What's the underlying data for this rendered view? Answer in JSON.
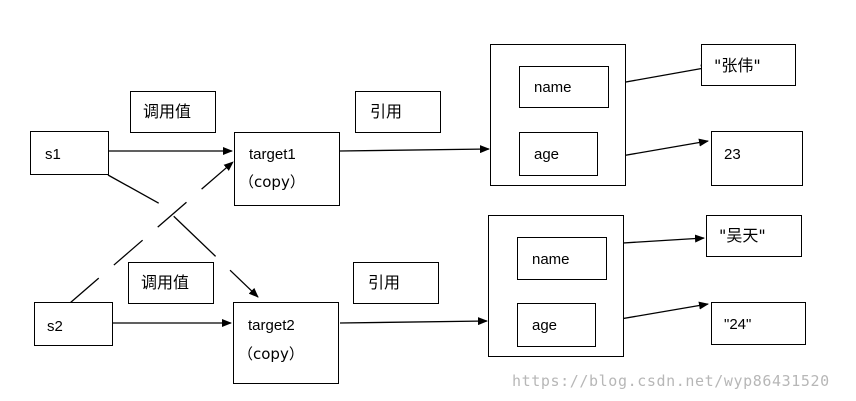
{
  "labels": {
    "call_value_top": "调用值",
    "call_value_bottom": "调用值",
    "reference_top": "引用",
    "reference_bottom": "引用"
  },
  "vars": {
    "s1": "s1",
    "s2": "s2"
  },
  "targets": [
    {
      "name": "target1",
      "note": "（copy）"
    },
    {
      "name": "target2",
      "note": "（copy）"
    }
  ],
  "objects": [
    {
      "field_name": "name",
      "field_age": "age",
      "name_value": "\"张伟\"",
      "age_value": "23"
    },
    {
      "field_name": "name",
      "field_age": "age",
      "name_value": "\"吴天\"",
      "age_value": "\"24\""
    }
  ],
  "watermark": "https://blog.csdn.net/wyp86431520"
}
